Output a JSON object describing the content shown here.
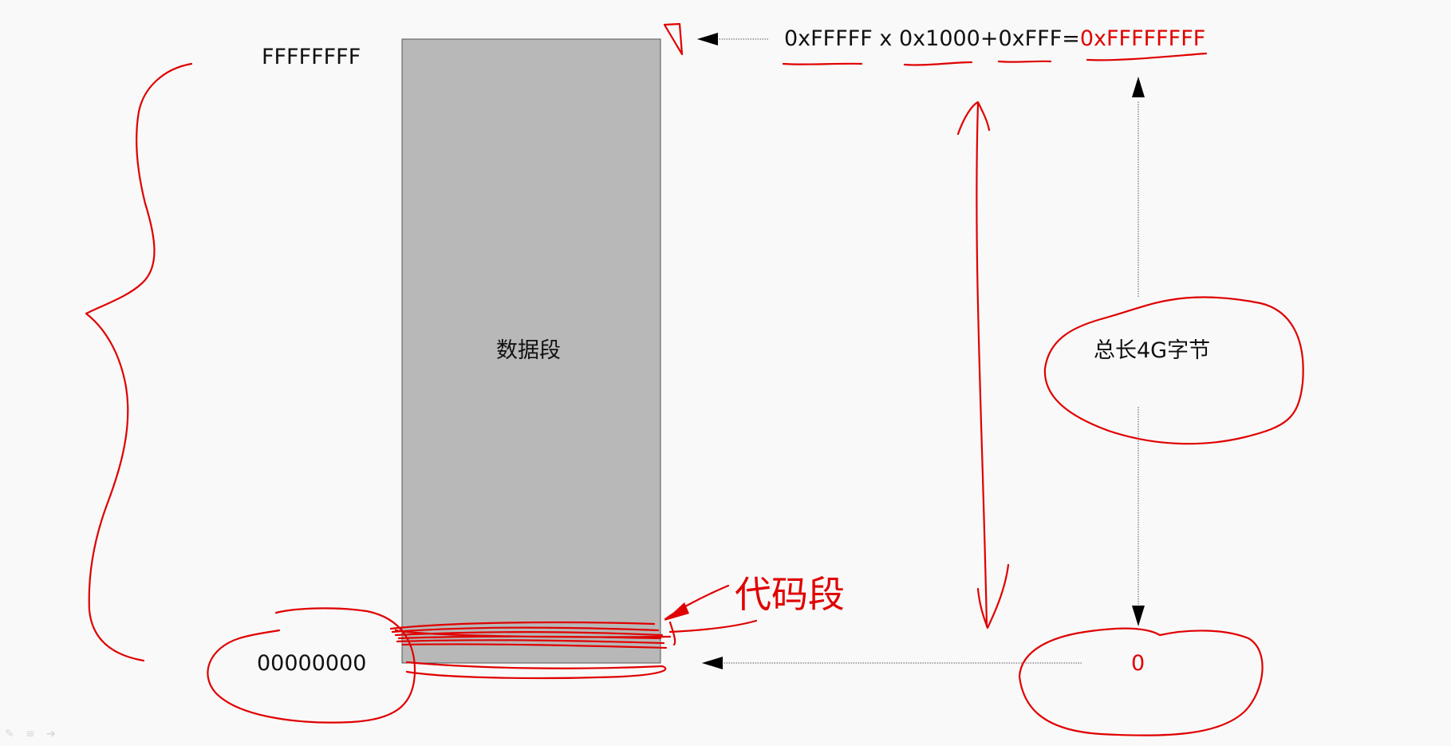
{
  "diagram": {
    "top_address": "FFFFFFFF",
    "bottom_address": "00000000",
    "segment_label": "数据段",
    "code_segment_label": "代码段",
    "total_size_label": "总长4G字节",
    "zero_label": "0",
    "formula": {
      "term1": "0xFFFFF",
      "times": "x",
      "term2": "0x1000",
      "plus": "+",
      "term3": "0xFFF",
      "equals": "=",
      "result": "0xFFFFFFFF"
    }
  },
  "colors": {
    "background": "#f9f9f9",
    "segment_fill": "#b8b8b8",
    "annotation": "#e00000",
    "text": "#111111"
  },
  "toolbar_icons": [
    "pen-icon",
    "menu-icon",
    "forward-icon"
  ]
}
